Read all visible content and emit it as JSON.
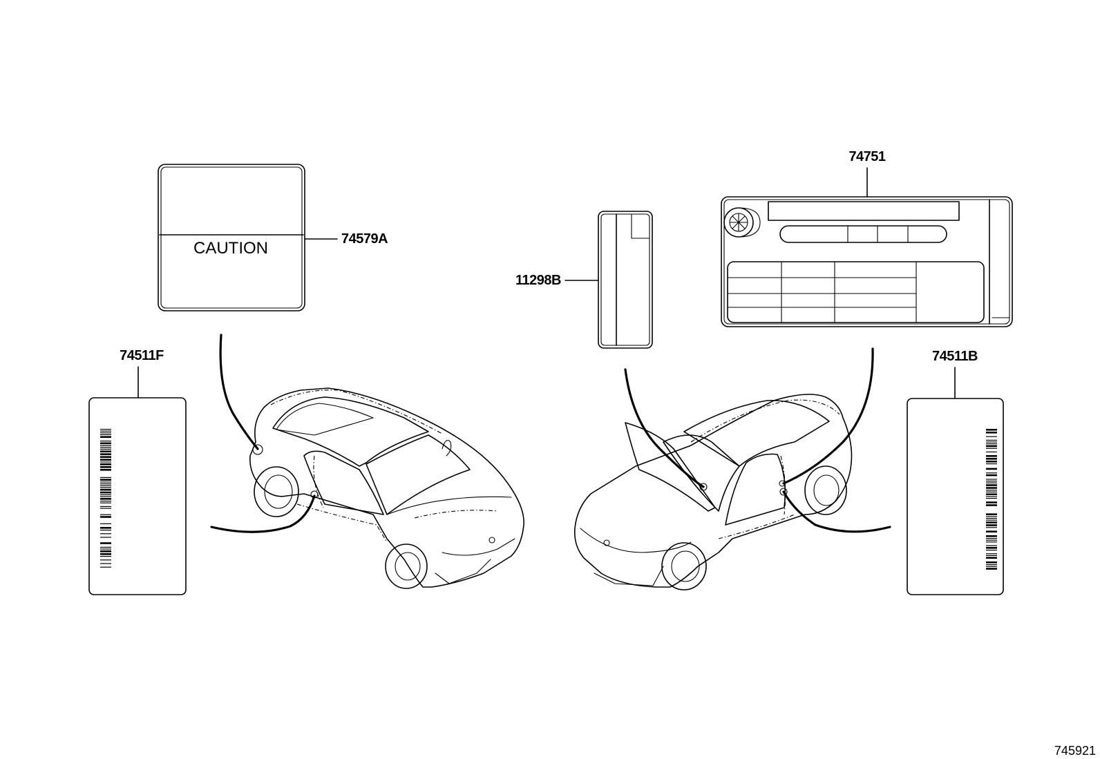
{
  "diagram": {
    "drawing_number": "745921",
    "parts": [
      {
        "part_number": "74579A",
        "label_text": "CAUTION"
      },
      {
        "part_number": "74511F"
      },
      {
        "part_number": "11298B"
      },
      {
        "part_number": "74751"
      },
      {
        "part_number": "74511B"
      }
    ]
  }
}
